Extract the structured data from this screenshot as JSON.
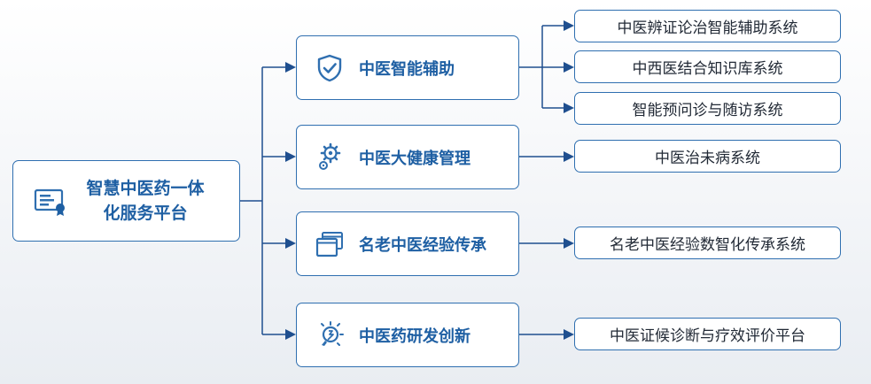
{
  "root": {
    "line1": "智慧中医药一体",
    "line2": "化服务平台",
    "icon": "certificate-icon"
  },
  "branches": [
    {
      "label": "中医智能辅助",
      "icon": "shield-check-icon",
      "children": [
        "中医辨证论治智能辅助系统",
        "中西医结合知识库系统",
        "智能预问诊与随访系统"
      ]
    },
    {
      "label": "中医大健康管理",
      "icon": "gears-icon",
      "children": [
        "中医治未病系统"
      ]
    },
    {
      "label": "名老中医经验传承",
      "icon": "windows-icon",
      "children": [
        "名老中医经验数智化传承系统"
      ]
    },
    {
      "label": "中医药研发创新",
      "icon": "lightbulb-icon",
      "children": [
        "中医证候诊断与疗效评价平台"
      ]
    }
  ],
  "colors": {
    "accent": "#1e5fa3",
    "border": "#2f6fb0",
    "connector": "#1f4f8f"
  }
}
